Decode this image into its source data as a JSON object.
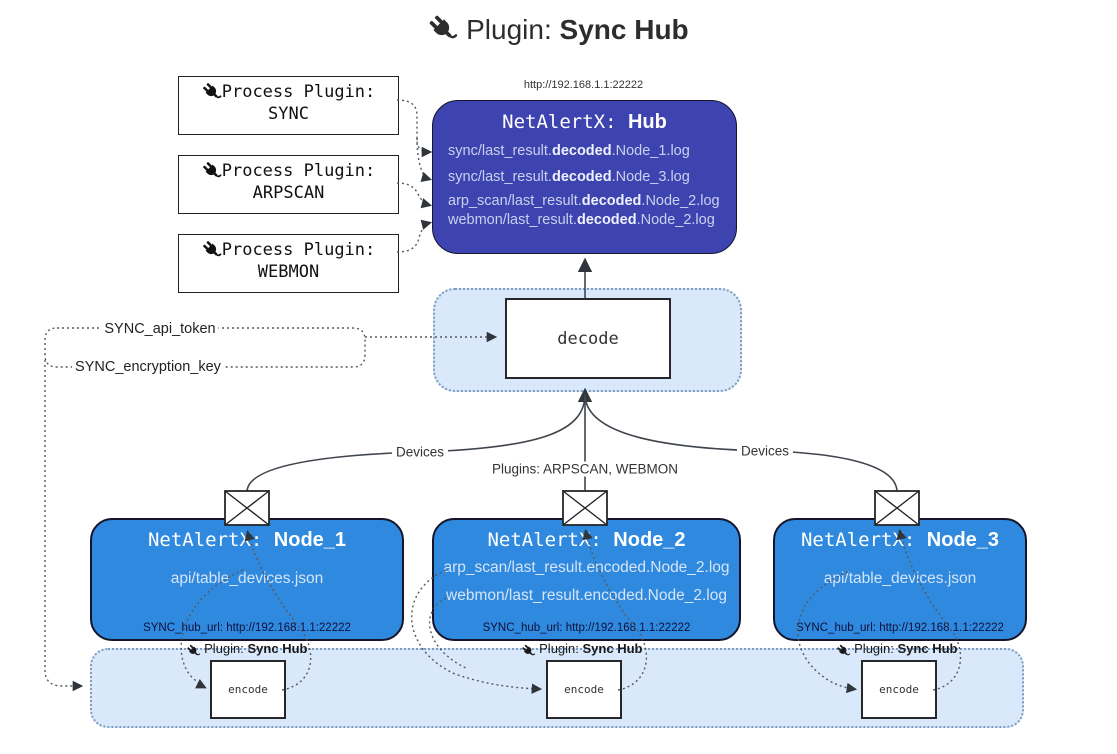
{
  "title": {
    "prefix": "Plugin:",
    "name": "Sync Hub"
  },
  "hub": {
    "url": "http://192.168.1.1:22222",
    "title_prefix": "NetAlertX:",
    "title_name": "Hub",
    "log_lines": [
      {
        "pre": "sync/last_result.",
        "bold": "decoded",
        "post": ".Node_1.log"
      },
      {
        "pre": "sync/last_result.",
        "bold": "decoded",
        "post": ".Node_3.log"
      },
      {
        "pre": "arp_scan/last_result.",
        "bold": "decoded",
        "post": ".Node_2.log"
      },
      {
        "pre": "webmon/last_result.",
        "bold": "decoded",
        "post": ".Node_2.log"
      }
    ]
  },
  "process_plugins": [
    {
      "label": "Process Plugin:",
      "name": "SYNC"
    },
    {
      "label": "Process Plugin:",
      "name": "ARPSCAN"
    },
    {
      "label": "Process Plugin:",
      "name": "WEBMON"
    }
  ],
  "secrets": {
    "api_token": "SYNC_api_token",
    "encryption_key": "SYNC_encryption_key"
  },
  "decode_label": "decode",
  "edge_labels": {
    "devices_left": "Devices",
    "devices_right": "Devices",
    "plugins_mid": "Plugins: ARPSCAN, WEBMON"
  },
  "nodes": [
    {
      "title_prefix": "NetAlertX:",
      "title_name": "Node_1",
      "files": [
        "api/table_devices.json"
      ],
      "hub_url": "SYNC_hub_url: http://192.168.1.1:22222"
    },
    {
      "title_prefix": "NetAlertX:",
      "title_name": "Node_2",
      "files": [
        "arp_scan/last_result.encoded.Node_2.log",
        "webmon/last_result.encoded.Node_2.log"
      ],
      "hub_url": "SYNC_hub_url: http://192.168.1.1:22222"
    },
    {
      "title_prefix": "NetAlertX:",
      "title_name": "Node_3",
      "files": [
        "api/table_devices.json"
      ],
      "hub_url": "SYNC_hub_url: http://192.168.1.1:22222"
    }
  ],
  "encoders": [
    {
      "plugin_prefix": "Plugin:",
      "plugin_name": "Sync Hub",
      "label": "encode"
    },
    {
      "plugin_prefix": "Plugin:",
      "plugin_name": "Sync Hub",
      "label": "encode"
    },
    {
      "plugin_prefix": "Plugin:",
      "plugin_name": "Sync Hub",
      "label": "encode"
    }
  ],
  "colors": {
    "hub_bg": "#3d43af",
    "node_bg": "#2e89df",
    "panel_bg": "#d9e9fb",
    "panel_border": "#7d9cbe",
    "line": "#3f454c"
  }
}
